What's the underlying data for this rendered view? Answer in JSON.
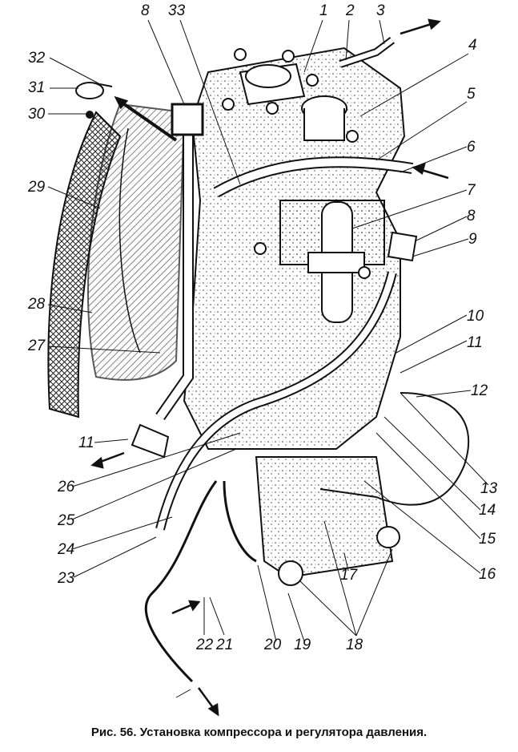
{
  "figure": {
    "labels": [
      "1",
      "2",
      "3",
      "4",
      "5",
      "6",
      "7",
      "8",
      "9",
      "10",
      "11",
      "12",
      "13",
      "14",
      "15",
      "16",
      "17",
      "18",
      "19",
      "20",
      "21",
      "22",
      "23",
      "24",
      "25",
      "26",
      "27",
      "28",
      "29",
      "30",
      "31",
      "32",
      "33",
      "8",
      "11"
    ],
    "caption": "Рис. 56. Установка компрессора и регулятора давления."
  }
}
